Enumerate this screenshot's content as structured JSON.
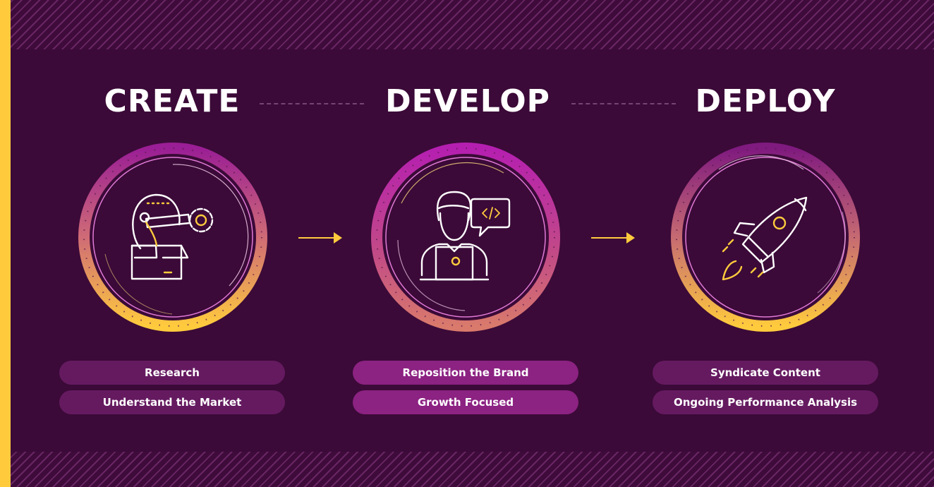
{
  "colors": {
    "background": "#3b0a38",
    "accent": "#ffcb3d",
    "pill_dark": "#651a60",
    "pill_bright": "#8c2282",
    "ring_magenta": "#a3209a"
  },
  "stages": [
    {
      "title": "CREATE",
      "icon": "lightbulb-box-gear-icon",
      "items": [
        "Research",
        "Understand the Market"
      ]
    },
    {
      "title": "DEVELOP",
      "icon": "developer-laptop-code-icon",
      "items": [
        "Reposition the Brand",
        "Growth Focused"
      ]
    },
    {
      "title": "DEPLOY",
      "icon": "rocket-icon",
      "items": [
        "Syndicate Content",
        "Ongoing Performance Analysis"
      ]
    }
  ]
}
